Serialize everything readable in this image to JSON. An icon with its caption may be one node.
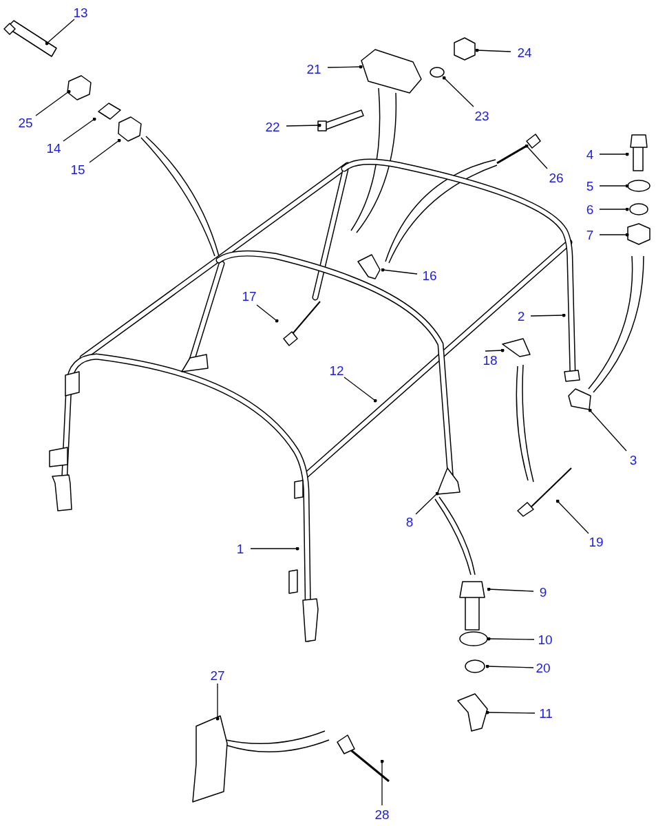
{
  "diagram": {
    "nodes": [
      {
        "text": [
          "13"
        ]
      },
      {
        "text": [
          "24"
        ]
      },
      {
        "text": [
          "21"
        ]
      },
      {
        "text": [
          "23"
        ]
      },
      {
        "text": [
          "22"
        ]
      },
      {
        "text": [
          "25"
        ]
      },
      {
        "text": [
          "14"
        ]
      },
      {
        "text": [
          "15"
        ]
      },
      {
        "text": [
          "26"
        ]
      },
      {
        "text": [
          "4"
        ]
      },
      {
        "text": [
          "5"
        ]
      },
      {
        "text": [
          "6"
        ]
      },
      {
        "text": [
          "7"
        ]
      },
      {
        "text": [
          "16"
        ]
      },
      {
        "text": [
          "17"
        ]
      },
      {
        "text": [
          "2"
        ]
      },
      {
        "text": [
          "18"
        ]
      },
      {
        "text": [
          "12"
        ]
      },
      {
        "text": [
          "3"
        ]
      },
      {
        "text": [
          "8"
        ]
      },
      {
        "text": [
          "19"
        ]
      },
      {
        "text": [
          "1"
        ]
      },
      {
        "text": [
          "9"
        ]
      },
      {
        "text": [
          "10"
        ]
      },
      {
        "text": [
          "20"
        ]
      },
      {
        "text": [
          "11"
        ]
      },
      {
        "text": [
          "27"
        ]
      },
      {
        "text": [
          "28"
        ]
      }
    ],
    "edges": [
      {
        "from": 0,
        "to": null,
        "arrow": "other"
      },
      {
        "from": 1,
        "to": null,
        "arrow": "other"
      },
      {
        "from": 2,
        "to": null,
        "arrow": "other"
      },
      {
        "from": 3,
        "to": null,
        "arrow": "other"
      },
      {
        "from": 4,
        "to": null,
        "arrow": "other"
      },
      {
        "from": 5,
        "to": null,
        "arrow": "other"
      },
      {
        "from": 6,
        "to": null,
        "arrow": "other"
      },
      {
        "from": 7,
        "to": null,
        "arrow": "other"
      },
      {
        "from": 8,
        "to": null,
        "arrow": "other"
      },
      {
        "from": 9,
        "to": null,
        "arrow": "other"
      },
      {
        "from": 10,
        "to": null,
        "arrow": "other"
      },
      {
        "from": 11,
        "to": null,
        "arrow": "other"
      },
      {
        "from": 12,
        "to": null,
        "arrow": "other"
      },
      {
        "from": 13,
        "to": null,
        "arrow": "other"
      },
      {
        "from": 14,
        "to": null,
        "arrow": "other"
      },
      {
        "from": 15,
        "to": null,
        "arrow": "other"
      },
      {
        "from": 16,
        "to": null,
        "arrow": "other"
      },
      {
        "from": 17,
        "to": null,
        "arrow": "other"
      },
      {
        "from": 18,
        "to": null,
        "arrow": "other"
      },
      {
        "from": 19,
        "to": null,
        "arrow": "other"
      },
      {
        "from": 20,
        "to": null,
        "arrow": "other"
      },
      {
        "from": 21,
        "to": null,
        "arrow": "other"
      },
      {
        "from": 22,
        "to": null,
        "arrow": "other"
      },
      {
        "from": 23,
        "to": null,
        "arrow": "other"
      },
      {
        "from": 24,
        "to": null,
        "arrow": "other"
      },
      {
        "from": 25,
        "to": null,
        "arrow": "other"
      },
      {
        "from": 26,
        "to": null,
        "arrow": "other"
      },
      {
        "from": 27,
        "to": null,
        "arrow": "other"
      }
    ]
  }
}
